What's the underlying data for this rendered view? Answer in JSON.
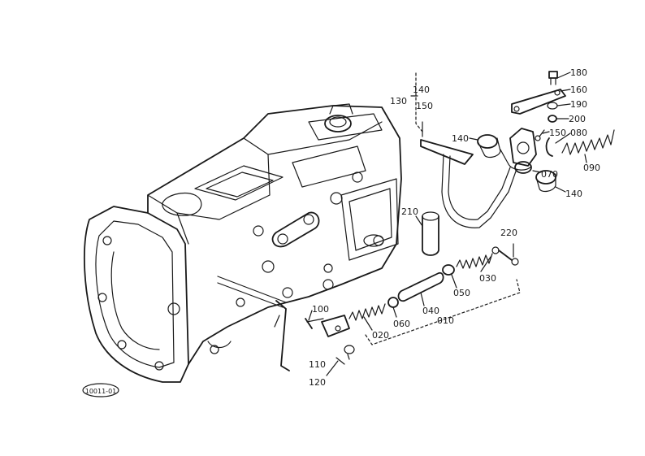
{
  "diagram": {
    "code_badge": "10011-01",
    "callouts": [
      {
        "id": "180",
        "text": "180"
      },
      {
        "id": "160",
        "text": "160"
      },
      {
        "id": "190",
        "text": "190"
      },
      {
        "id": "200",
        "text": "200"
      },
      {
        "id": "150a",
        "text": "150"
      },
      {
        "id": "080",
        "text": "080"
      },
      {
        "id": "140a",
        "text": "140"
      },
      {
        "id": "070",
        "text": "070"
      },
      {
        "id": "090",
        "text": "090"
      },
      {
        "id": "140b",
        "text": "140"
      },
      {
        "id": "140c",
        "text": "140"
      },
      {
        "id": "130",
        "text": "130"
      },
      {
        "id": "150b",
        "text": "150"
      },
      {
        "id": "210",
        "text": "210"
      },
      {
        "id": "220",
        "text": "220"
      },
      {
        "id": "030",
        "text": "030"
      },
      {
        "id": "050",
        "text": "050"
      },
      {
        "id": "040",
        "text": "040"
      },
      {
        "id": "010",
        "text": "010"
      },
      {
        "id": "060",
        "text": "060"
      },
      {
        "id": "020",
        "text": "020"
      },
      {
        "id": "100",
        "text": "100"
      },
      {
        "id": "110",
        "text": "110"
      },
      {
        "id": "120",
        "text": "120"
      }
    ]
  }
}
